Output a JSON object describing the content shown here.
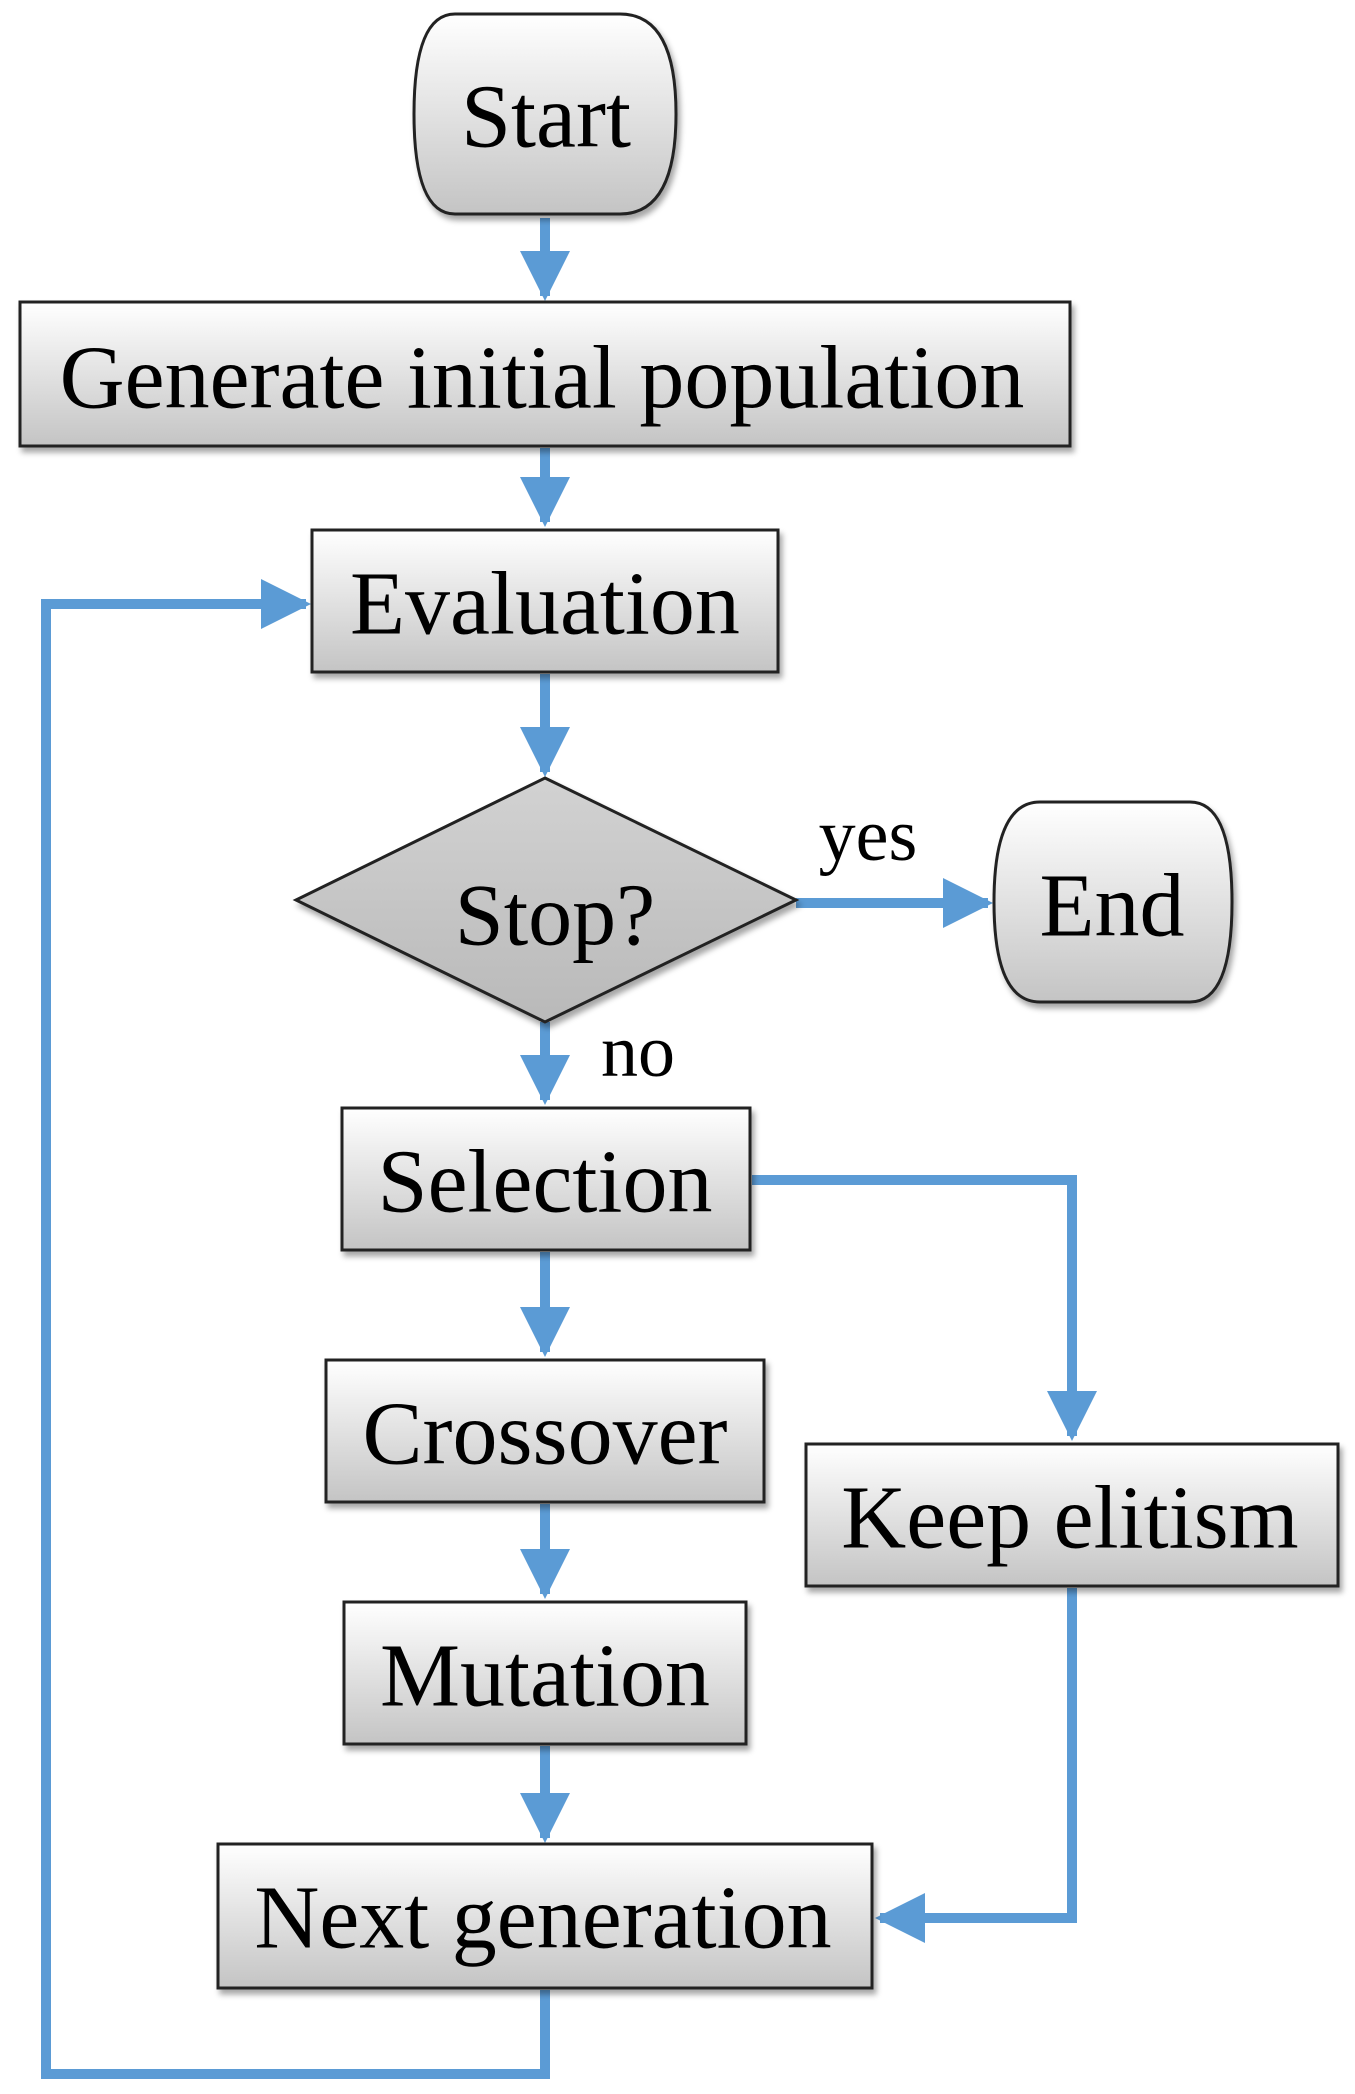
{
  "diagram": {
    "nodes": {
      "start": "Start",
      "generate": "Generate initial population",
      "evaluation": "Evaluation",
      "stop": "Stop?",
      "end": "End",
      "selection": "Selection",
      "crossover": "Crossover",
      "mutation": "Mutation",
      "keep_elitism": "Keep elitism",
      "next_generation": "Next generation"
    },
    "edge_labels": {
      "yes": "yes",
      "no": "no"
    },
    "colors": {
      "arrow": "#5b9bd5",
      "node_fill_top": "#ffffff",
      "node_fill_bottom": "#c6c6c6",
      "node_border": "#222222"
    }
  }
}
